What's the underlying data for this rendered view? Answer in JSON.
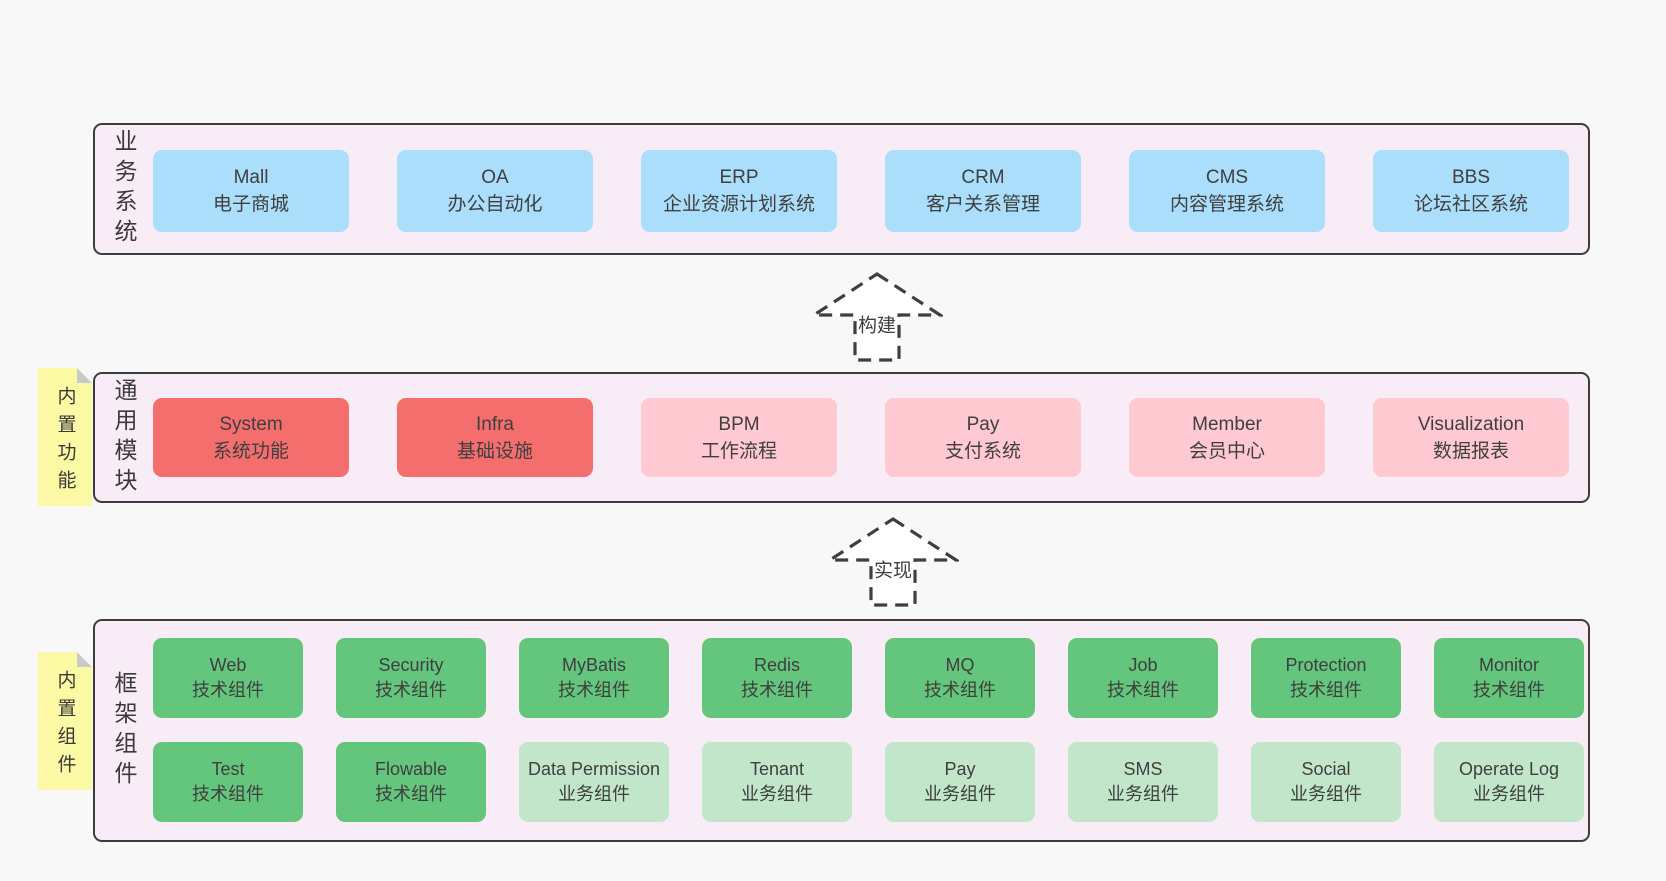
{
  "colors": {
    "page_bg": "#f8f8f8",
    "band_bg": "#f8edf6",
    "band_border": "#3d3d3d",
    "blue_box": "#abdefb",
    "red_box": "#f56e6e",
    "pink_box": "#ffc9d2",
    "green_box": "#64c67c",
    "light_green_box": "#c1e6c9",
    "sticky_yellow": "#fbf9a3",
    "fold_gray": "#c9c9c9",
    "text": "#3f3f3f"
  },
  "arrows": [
    {
      "label": "构建"
    },
    {
      "label": "实现"
    }
  ],
  "bands": [
    {
      "label": "业务系统",
      "boxes": [
        {
          "name": "Mall",
          "subtitle": "电子商城"
        },
        {
          "name": "OA",
          "subtitle": "办公自动化"
        },
        {
          "name": "ERP",
          "subtitle": "企业资源计划系统"
        },
        {
          "name": "CRM",
          "subtitle": "客户关系管理"
        },
        {
          "name": "CMS",
          "subtitle": "内容管理系统"
        },
        {
          "name": "BBS",
          "subtitle": "论坛社区系统"
        }
      ]
    },
    {
      "label": "通用模块",
      "sticky": "内置功能",
      "boxes": [
        {
          "name": "System",
          "subtitle": "系统功能"
        },
        {
          "name": "Infra",
          "subtitle": "基础设施"
        },
        {
          "name": "BPM",
          "subtitle": "工作流程"
        },
        {
          "name": "Pay",
          "subtitle": "支付系统"
        },
        {
          "name": "Member",
          "subtitle": "会员中心"
        },
        {
          "name": "Visualization",
          "subtitle": "数据报表"
        }
      ]
    },
    {
      "label": "框架组件",
      "sticky": "内置组件",
      "rows": [
        [
          {
            "name": "Web",
            "subtitle": "技术组件"
          },
          {
            "name": "Security",
            "subtitle": "技术组件"
          },
          {
            "name": "MyBatis",
            "subtitle": "技术组件"
          },
          {
            "name": "Redis",
            "subtitle": "技术组件"
          },
          {
            "name": "MQ",
            "subtitle": "技术组件"
          },
          {
            "name": "Job",
            "subtitle": "技术组件"
          },
          {
            "name": "Protection",
            "subtitle": "技术组件"
          },
          {
            "name": "Monitor",
            "subtitle": "技术组件"
          }
        ],
        [
          {
            "name": "Test",
            "subtitle": "技术组件"
          },
          {
            "name": "Flowable",
            "subtitle": "技术组件"
          },
          {
            "name": "Data Permission",
            "subtitle": "业务组件"
          },
          {
            "name": "Tenant",
            "subtitle": "业务组件"
          },
          {
            "name": "Pay",
            "subtitle": "业务组件"
          },
          {
            "name": "SMS",
            "subtitle": "业务组件"
          },
          {
            "name": "Social",
            "subtitle": "业务组件"
          },
          {
            "name": "Operate Log",
            "subtitle": "业务组件"
          }
        ]
      ]
    }
  ]
}
